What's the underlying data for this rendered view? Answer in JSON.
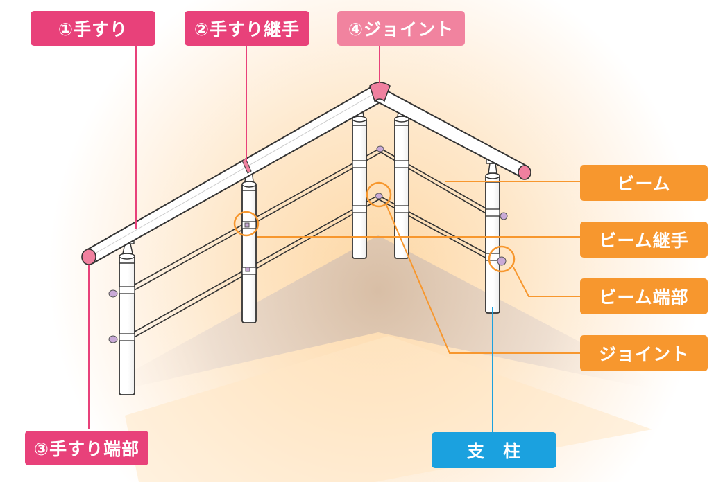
{
  "labels": {
    "handrail": "①手すり",
    "handrail_joint": "②手すり継手",
    "handrail_end": "③手すり端部",
    "joint": "④ジョイント",
    "beam": "ビーム",
    "beam_joint": "ビーム継手",
    "beam_end": "ビーム端部",
    "beam_corner_joint": "ジョイント",
    "post": "支　柱"
  },
  "colors": {
    "pink": "#e8417a",
    "light_pink": "#f1839f",
    "orange": "#f7972e",
    "blue": "#1ba1df",
    "outline": "#333333",
    "cap": "#c9a9d6"
  }
}
